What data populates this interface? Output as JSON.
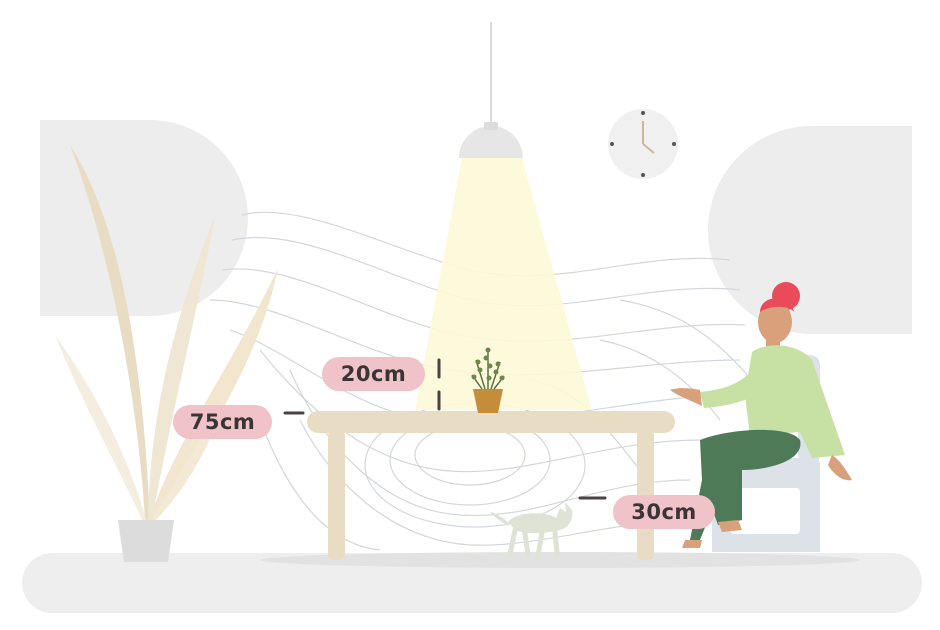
{
  "labels": {
    "plant_height": "20cm",
    "table_height": "75cm",
    "chair_gap": "30cm"
  },
  "colors": {
    "pill_background": "#efc3c8",
    "pill_text": "#3b3437",
    "floor": "#eeeeee",
    "wall_shapes": "#ededed",
    "table_wood": "#e8ddc4",
    "lamp_light": "#fdf9d7",
    "contour_lines": "#d3d7dd",
    "hair": "#e94b5b",
    "skin": "#d9a07c",
    "sweater": "#c7e0a4",
    "pants": "#4f7a57",
    "chair": "#dde2e8"
  },
  "icons": {
    "clock": "wall-clock-icon",
    "lamp": "pendant-lamp-icon",
    "plant": "potted-herb-icon",
    "cat": "cat-icon",
    "tall_plant": "floor-plant-icon",
    "person": "seated-person-icon",
    "chair": "chair-icon"
  }
}
